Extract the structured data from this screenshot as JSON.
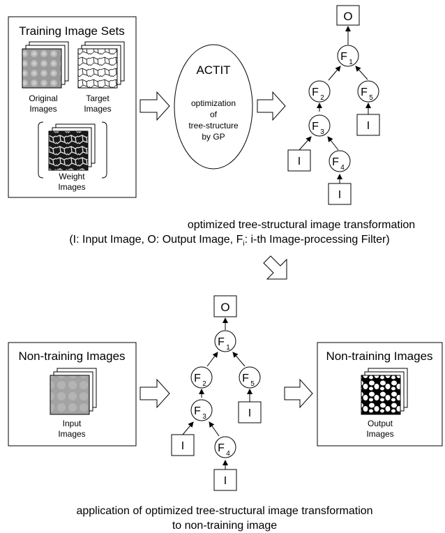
{
  "training_box": {
    "title": "Training Image Sets",
    "original_label": [
      "Original",
      "Images"
    ],
    "target_label": [
      "Target",
      "Images"
    ],
    "weight_label": [
      "Weight",
      "Images"
    ]
  },
  "actit": {
    "title": "ACTIT",
    "desc": [
      "optimization",
      "of",
      "tree-structure",
      "by GP"
    ]
  },
  "tree": {
    "output": "O",
    "input": "I",
    "filter_letter": "F",
    "f1": "1",
    "f2": "2",
    "f3": "3",
    "f4": "4",
    "f5": "5"
  },
  "caption_top": {
    "line1": "optimized tree-structural image transformation",
    "line2_a": "(I: Input Image, O: Output Image, F",
    "line2_sub": "i",
    "line2_b": ": i-th Image-processing Filter)"
  },
  "nontraining_in": {
    "title": "Non-training Images",
    "label": [
      "Input",
      "Images"
    ]
  },
  "nontraining_out": {
    "title": "Non-training Images",
    "label": [
      "Output",
      "Images"
    ]
  },
  "caption_bottom": {
    "line1": "application of optimized tree-structural image transformation",
    "line2": "to non-training image"
  }
}
